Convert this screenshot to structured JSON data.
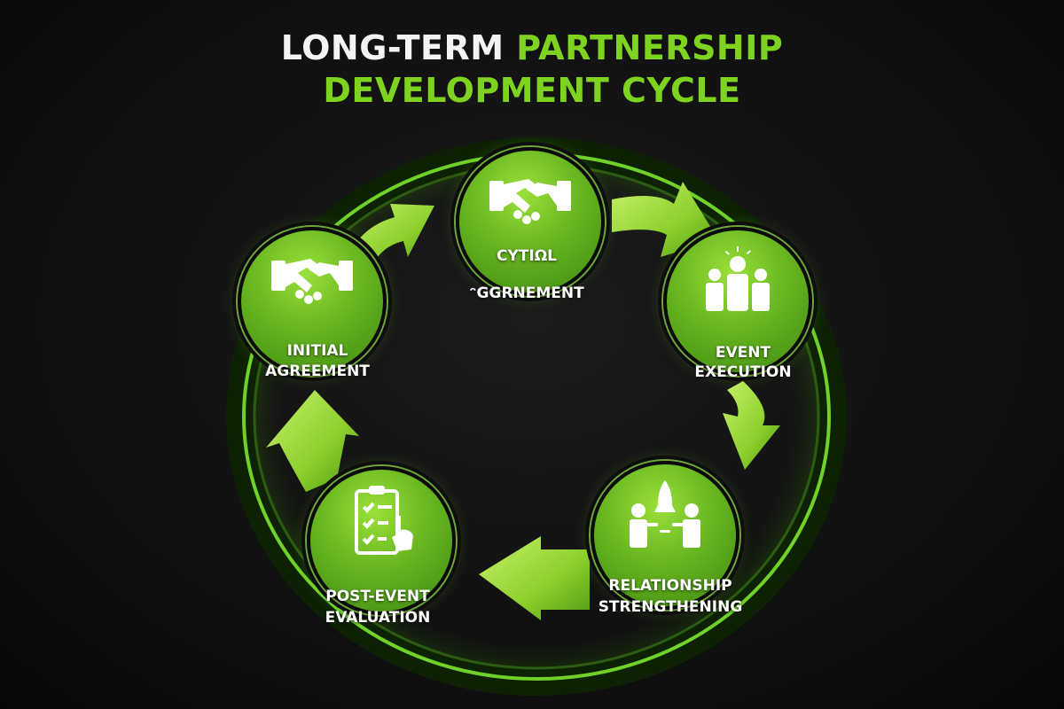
{
  "title": {
    "line1_white": "LONG-TERM",
    "line1_green": "PARTNERSHIP",
    "line2_green": "DEVELOPMENT CYCLE"
  },
  "colors": {
    "background": "#111111",
    "accent_green": "#7ed321",
    "node_green": "#67b520",
    "arrow_green": "#9ad83a",
    "ring_green": "#5fbf1f",
    "text_white": "#ffffff"
  },
  "nodes": [
    {
      "id": "top",
      "label_line1": "CYTIΩL",
      "label_line2": "ᵔGGRNEMENT",
      "icon": "handshake-icon"
    },
    {
      "id": "initial-agreement",
      "label_line1": "INITIAL",
      "label_line2": "AGREEMENT",
      "icon": "handshake-icon"
    },
    {
      "id": "event-execution",
      "label_line1": "EVENT",
      "label_line2": "EXECUTION",
      "icon": "team-icon"
    },
    {
      "id": "relationship-strengthening",
      "label_line1": "RELATIONSHIP",
      "label_line2": "STRENGTHENING",
      "icon": "rocket-partners-icon"
    },
    {
      "id": "post-event-evaluation",
      "label_line1": "POST-EVENT",
      "label_line2": "EVALUATION",
      "icon": "clipboard-checklist-icon"
    }
  ],
  "arrows": [
    {
      "from": "top",
      "to": "event-execution",
      "direction": "clockwise"
    },
    {
      "from": "event-execution",
      "to": "relationship-strengthening",
      "direction": "clockwise"
    },
    {
      "from": "relationship-strengthening",
      "to": "post-event-evaluation",
      "direction": "clockwise"
    },
    {
      "from": "post-event-evaluation",
      "to": "initial-agreement",
      "direction": "clockwise"
    },
    {
      "from": "initial-agreement",
      "to": "top",
      "direction": "clockwise"
    }
  ]
}
